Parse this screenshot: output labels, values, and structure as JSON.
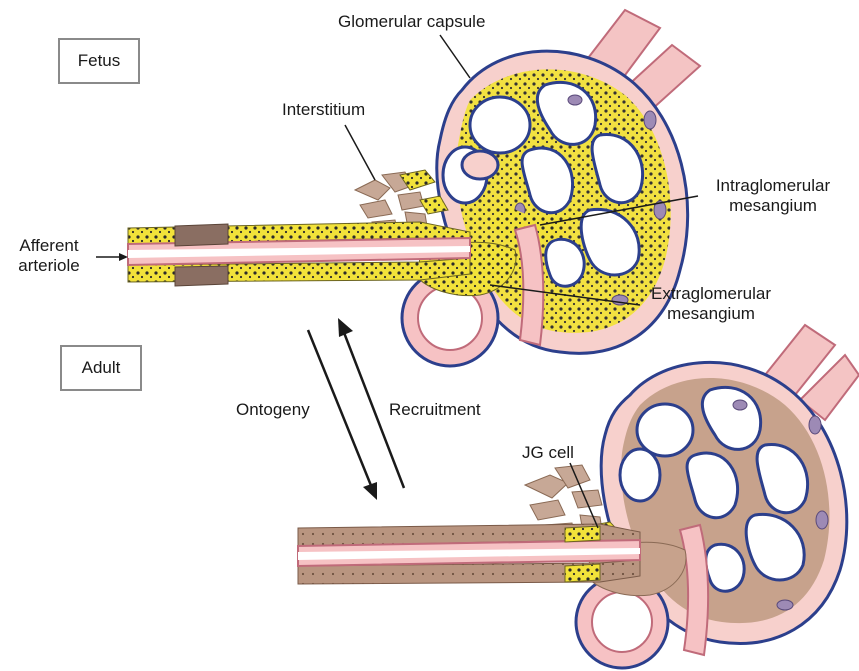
{
  "stage_boxes": {
    "fetus": "Fetus",
    "adult": "Adult"
  },
  "labels": {
    "glomerular_capsule": "Glomerular capsule",
    "interstitium": "Interstitium",
    "intraglomerular_line1": "Intraglomerular",
    "intraglomerular_line2": "mesangium",
    "afferent_line1": "Afferent",
    "afferent_line2": "arteriole",
    "extraglomerular_line1": "Extraglomerular",
    "extraglomerular_line2": "mesangium",
    "ontogeny": "Ontogeny",
    "recruitment": "Recruitment",
    "jg_cell": "JG cell"
  },
  "colors": {
    "mesangium_yellow": "#f2e23a",
    "renin_brown": "#b99580",
    "vessel_pink": "#f0b8b8",
    "capillary_blue": "#2c3f8c",
    "nucleus_purple": "#9d8ab5"
  }
}
